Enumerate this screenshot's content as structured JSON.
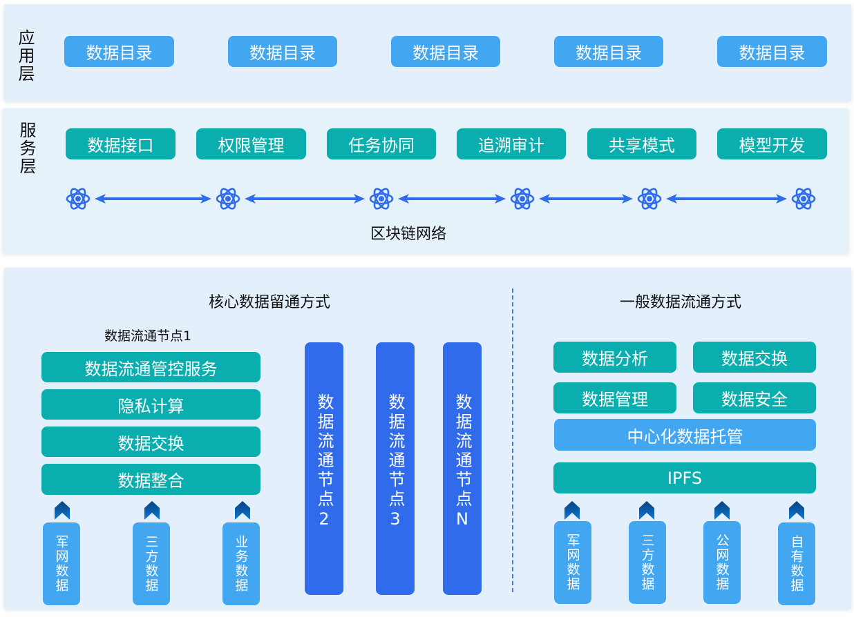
{
  "colors": {
    "app_button": "#42a7f0",
    "service_button": "#0aaeae",
    "node_column": "#2f6bea",
    "atom": "#2f6bea",
    "source_box": "#42a7f0",
    "chevron": "#0a5fa8"
  },
  "app_layer": {
    "label": "应用层",
    "buttons": [
      "数据目录",
      "数据目录",
      "数据目录",
      "数据目录",
      "数据目录"
    ]
  },
  "service_layer": {
    "label": "服务层",
    "buttons": [
      "数据接口",
      "权限管理",
      "任务协同",
      "追溯审计",
      "共享模式",
      "模型开发"
    ],
    "network_icon": "atom-icon",
    "network_label": "区块链网络"
  },
  "core_flow": {
    "title": "核心数据留通方式",
    "node1": {
      "title": "数据流通节点1",
      "stack": [
        "数据流通管控服务",
        "隐私计算",
        "数据交换",
        "数据整合"
      ],
      "sources": [
        "军网数据",
        "三方数据",
        "业务数据"
      ]
    },
    "other_nodes": [
      "数据流通节点2",
      "数据流通节点3",
      "数据流通节点N"
    ]
  },
  "general_flow": {
    "title": "一般数据流通方式",
    "grid": [
      "数据分析",
      "数据交换",
      "数据管理",
      "数据安全"
    ],
    "hosting": "中心化数据托管",
    "storage": "IPFS",
    "sources": [
      "军网数据",
      "三方数据",
      "公网数据",
      "自有数据"
    ]
  }
}
